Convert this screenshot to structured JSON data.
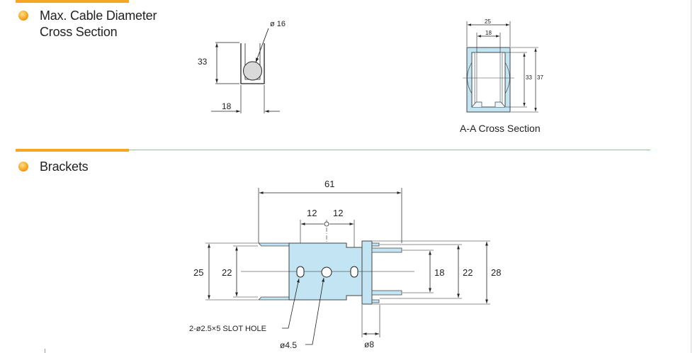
{
  "colors": {
    "accent": "#f5a623",
    "part_fill": "#c3e4f3",
    "part_stroke": "#4a4a4a",
    "line": "#222222"
  },
  "sections": {
    "cable": {
      "title_line1": "Max. Cable Diameter",
      "title_line2": "Cross Section"
    },
    "brackets": {
      "title": "Brackets"
    }
  },
  "cable_diagram": {
    "diameter_label": "ø 16",
    "height_label": "33",
    "width_label": "18"
  },
  "aa_diagram": {
    "outer_width": "25",
    "inner_width": "18",
    "inner_height": "33",
    "outer_height": "37",
    "caption": "A-A Cross Section"
  },
  "bracket_diagram": {
    "overall_length": "61",
    "left_spacing": "12",
    "right_spacing": "12",
    "left_outer_height": "25",
    "left_inner_height": "22",
    "right_inner_height": "18",
    "right_middle_height": "22",
    "right_outer_height": "28",
    "slot_hole_label": "2-ø2.5×5 SLOT HOLE",
    "center_hole_label": "ø4.5",
    "pin_label": "ø8"
  }
}
